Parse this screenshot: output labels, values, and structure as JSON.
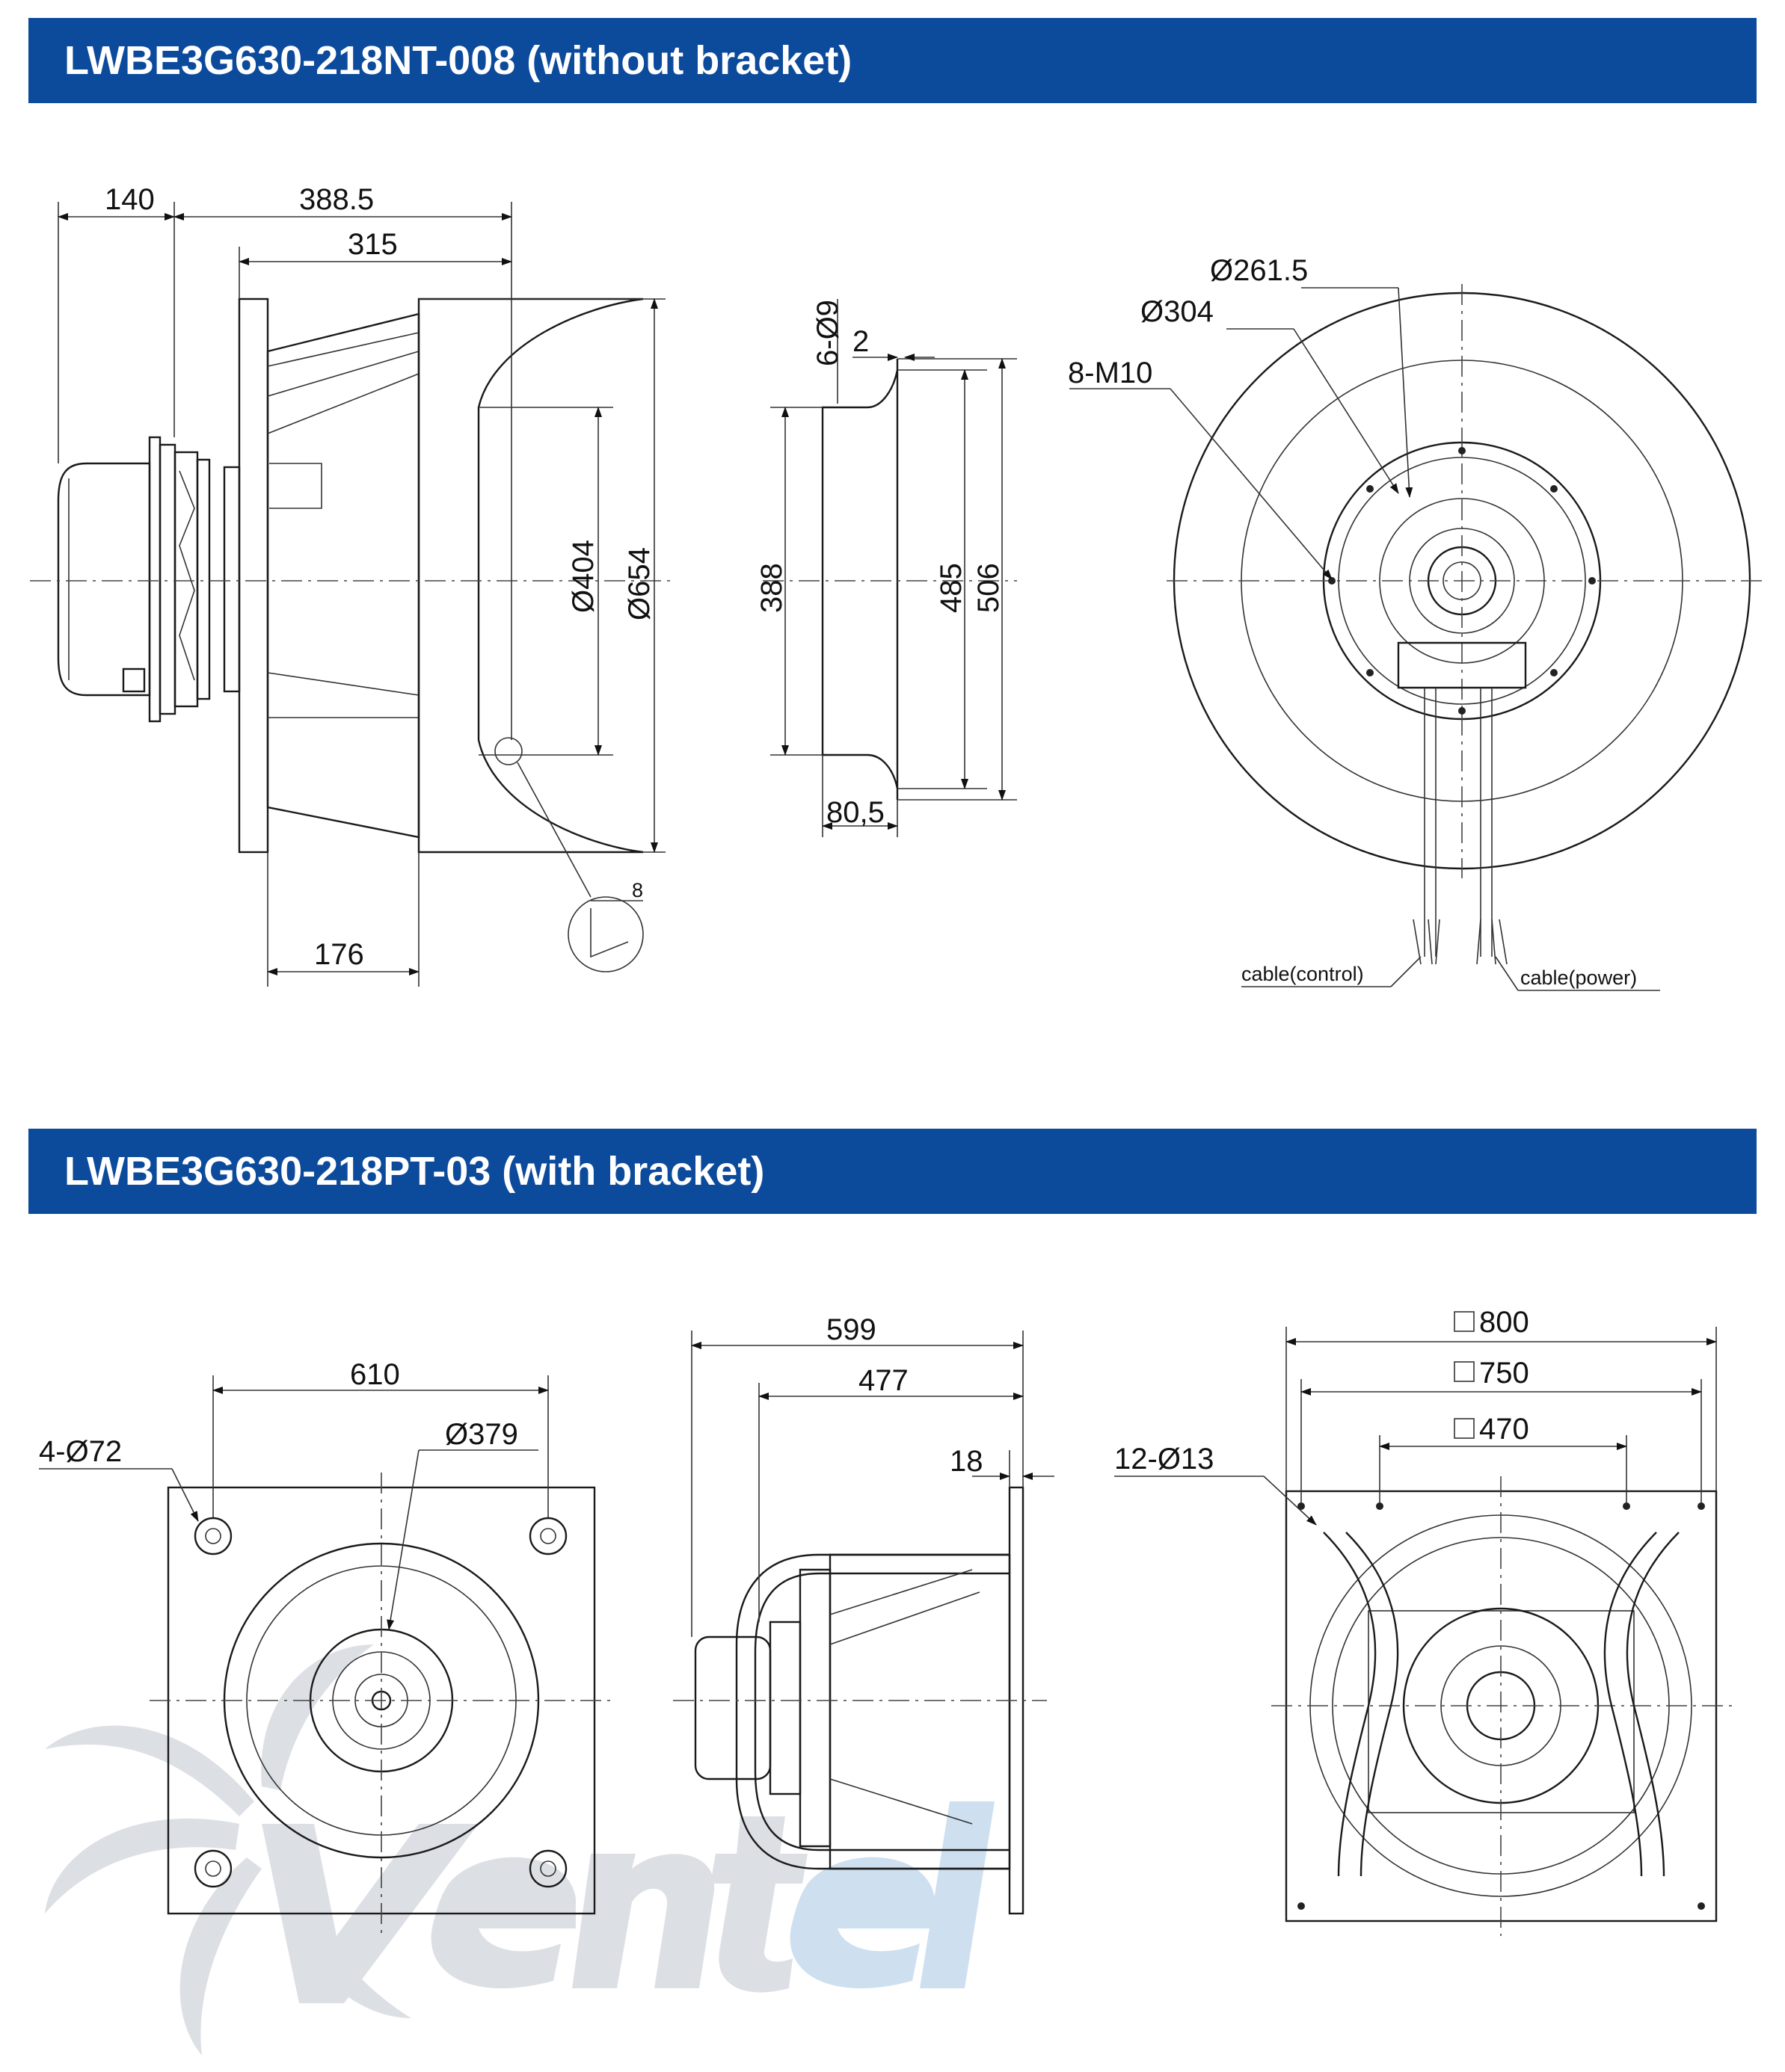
{
  "section_without_bracket": {
    "title": "LWBE3G630-218NT-008 (without bracket)",
    "side_view": {
      "d140": "140",
      "d388_5": "388.5",
      "d315": "315",
      "d404": "Ø404",
      "d654": "Ø654",
      "d176": "176",
      "d8": "8"
    },
    "inlet_view": {
      "holes": "6-Ø9",
      "d2": "2",
      "d388": "388",
      "d485": "485",
      "d506": "506",
      "d80_5": "80,5"
    },
    "front_view": {
      "d261_5": "Ø261.5",
      "d304": "Ø304",
      "thread": "8-M10",
      "cable_control": "cable(control)",
      "cable_power": "cable(power)"
    }
  },
  "section_with_bracket": {
    "title": "LWBE3G630-218PT-03 (with bracket)",
    "inlet_view": {
      "d610": "610",
      "holes": "4-Ø72",
      "d379": "Ø379"
    },
    "side_view": {
      "d599": "599",
      "d477": "477",
      "d18": "18"
    },
    "rear_view": {
      "sq800": "800",
      "sq750": "750",
      "sq470": "470",
      "holes": "12-Ø13"
    }
  }
}
